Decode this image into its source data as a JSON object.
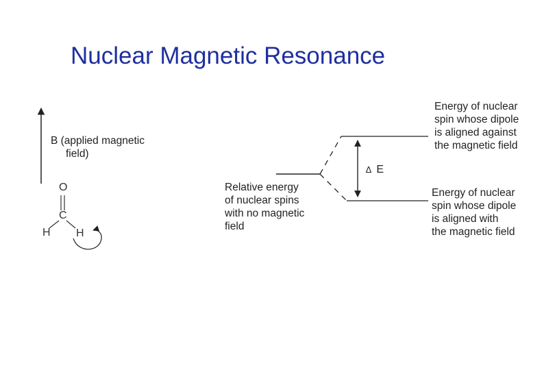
{
  "title": "Nuclear Magnetic Resonance",
  "field_arrow": {
    "label_lines": [
      "B (applied magnetic",
      "field)"
    ]
  },
  "molecule": {
    "atoms": {
      "o": "O",
      "c": "C",
      "h_left": "H",
      "h_right": "H"
    }
  },
  "levels": {
    "no_field": [
      "Relative energy",
      "of nuclear spins",
      "with no magnetic",
      "field"
    ],
    "against": [
      "Energy of nuclear",
      "spin whose dipole",
      "is aligned against",
      "the magnetic field"
    ],
    "with": [
      "Energy of nuclear",
      "spin whose dipole",
      "is aligned with",
      "the magnetic field"
    ]
  },
  "delta_e": {
    "symbol": "∆",
    "letter": "E"
  },
  "colors": {
    "title": "#1f2f9e",
    "lines": "#222222",
    "text": "#222222"
  }
}
